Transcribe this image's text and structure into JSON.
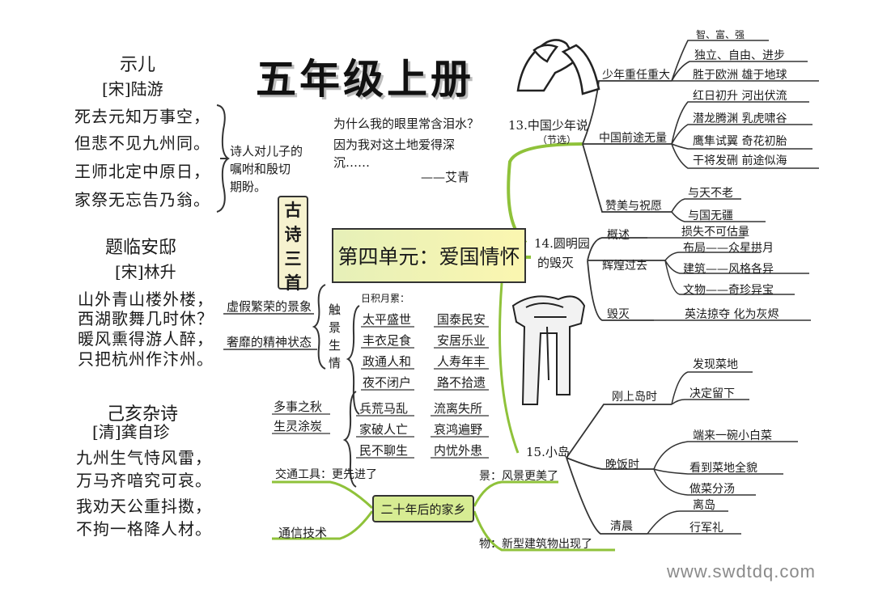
{
  "title": "五年级上册",
  "watermark": "www.swdtdq.com",
  "colors": {
    "branch_green": "#8fc23a",
    "center_fill": "#f4f3b4",
    "box_fill": "#d7ec93",
    "vbox_fill": "#f6f2cf",
    "ink": "#1a1a1a"
  },
  "poems": [
    {
      "title": "示儿",
      "author": "[宋]陆游",
      "lines": [
        "死去元知万事空，",
        "但悲不见九州同。",
        "王师北定中原日，",
        "家祭无忘告乃翁。"
      ]
    },
    {
      "title": "题临安邸",
      "author": "[宋]林升",
      "lines": [
        "山外青山楼外楼，",
        "西湖歌舞几时休？",
        "暖风熏得游人醉，",
        "只把杭州作汴州。"
      ]
    },
    {
      "title": "己亥杂诗",
      "author": "[清]龚自珍",
      "lines": [
        "九州生气恃风雷，",
        "万马齐喑究可哀。",
        "我劝天公重抖擞，",
        "不拘一格降人材。"
      ]
    }
  ],
  "poem_note": [
    "诗人对儿子的",
    "嘱咐和殷切",
    "期盼。"
  ],
  "ancient_label": [
    "古",
    "诗",
    "三",
    "首"
  ],
  "left_notes": [
    "虚假繁荣的景象",
    "奢靡的精神状态"
  ],
  "touch_label": [
    "触",
    "景",
    "生",
    "情"
  ],
  "quote": {
    "line1": "为什么我的眼里常含泪水？",
    "line2": "因为我对这土地爱得深",
    "line3": "沉……",
    "author": "——艾青"
  },
  "center": "第四单元：爱国情怀",
  "daily_idioms": {
    "label": "日积月累：",
    "rows": [
      [
        "太平盛世",
        "国泰民安"
      ],
      [
        "丰衣足食",
        "安居乐业"
      ],
      [
        "政通人和",
        "人寿年丰"
      ],
      [
        "夜不闭户",
        "路不拾遗"
      ]
    ]
  },
  "turbulent": {
    "labels": [
      "多事之秋",
      "生灵涂炭"
    ],
    "rows": [
      [
        "兵荒马乱",
        "流离失所"
      ],
      [
        "家破人亡",
        "哀鸿遍野"
      ],
      [
        "民不聊生",
        "内忧外患"
      ]
    ]
  },
  "lesson13": {
    "title": "13.中国少年说",
    "sub": "（节选）",
    "branches": [
      {
        "name": "少年重任重大",
        "items": [
          "智、富、强",
          "独立、自由、进步",
          "胜于欧洲 雄于地球"
        ]
      },
      {
        "name": "中国前途无量",
        "items": [
          "红日初升 河出伏流",
          "潜龙腾渊 乳虎啸谷",
          "鹰隼试翼 奇花初胎",
          "干将发硎 前途似海"
        ]
      },
      {
        "name": "赞美与祝愿",
        "items": [
          "与天不老",
          "与国无疆"
        ]
      }
    ]
  },
  "lesson14": {
    "title": [
      "14.圆明园",
      "的毁灭"
    ],
    "branches": [
      {
        "name": "概述",
        "items": [
          "损失不可估量"
        ]
      },
      {
        "name": "辉煌过去",
        "items": [
          "布局——众星拱月",
          "建筑——风格各异",
          "文物——奇珍异宝"
        ]
      },
      {
        "name": "毁灭",
        "items": [
          "英法掠夺 化为灰烬"
        ]
      }
    ]
  },
  "lesson15": {
    "title": "15.小岛",
    "branches": [
      {
        "name": "刚上岛时",
        "items": [
          "发现菜地",
          "决定留下"
        ]
      },
      {
        "name": "晚饭时",
        "items": [
          "端来一碗小白菜",
          "看到菜地全貌",
          "做菜分汤"
        ]
      },
      {
        "name": "清晨",
        "items": [
          "离岛",
          "行军礼"
        ]
      }
    ]
  },
  "future": {
    "center": "二十年后的家乡",
    "left": [
      "交通工具：更先进了",
      "通信技术"
    ],
    "right": [
      "景：风景更美了",
      "物：新型建筑物出现了"
    ]
  }
}
